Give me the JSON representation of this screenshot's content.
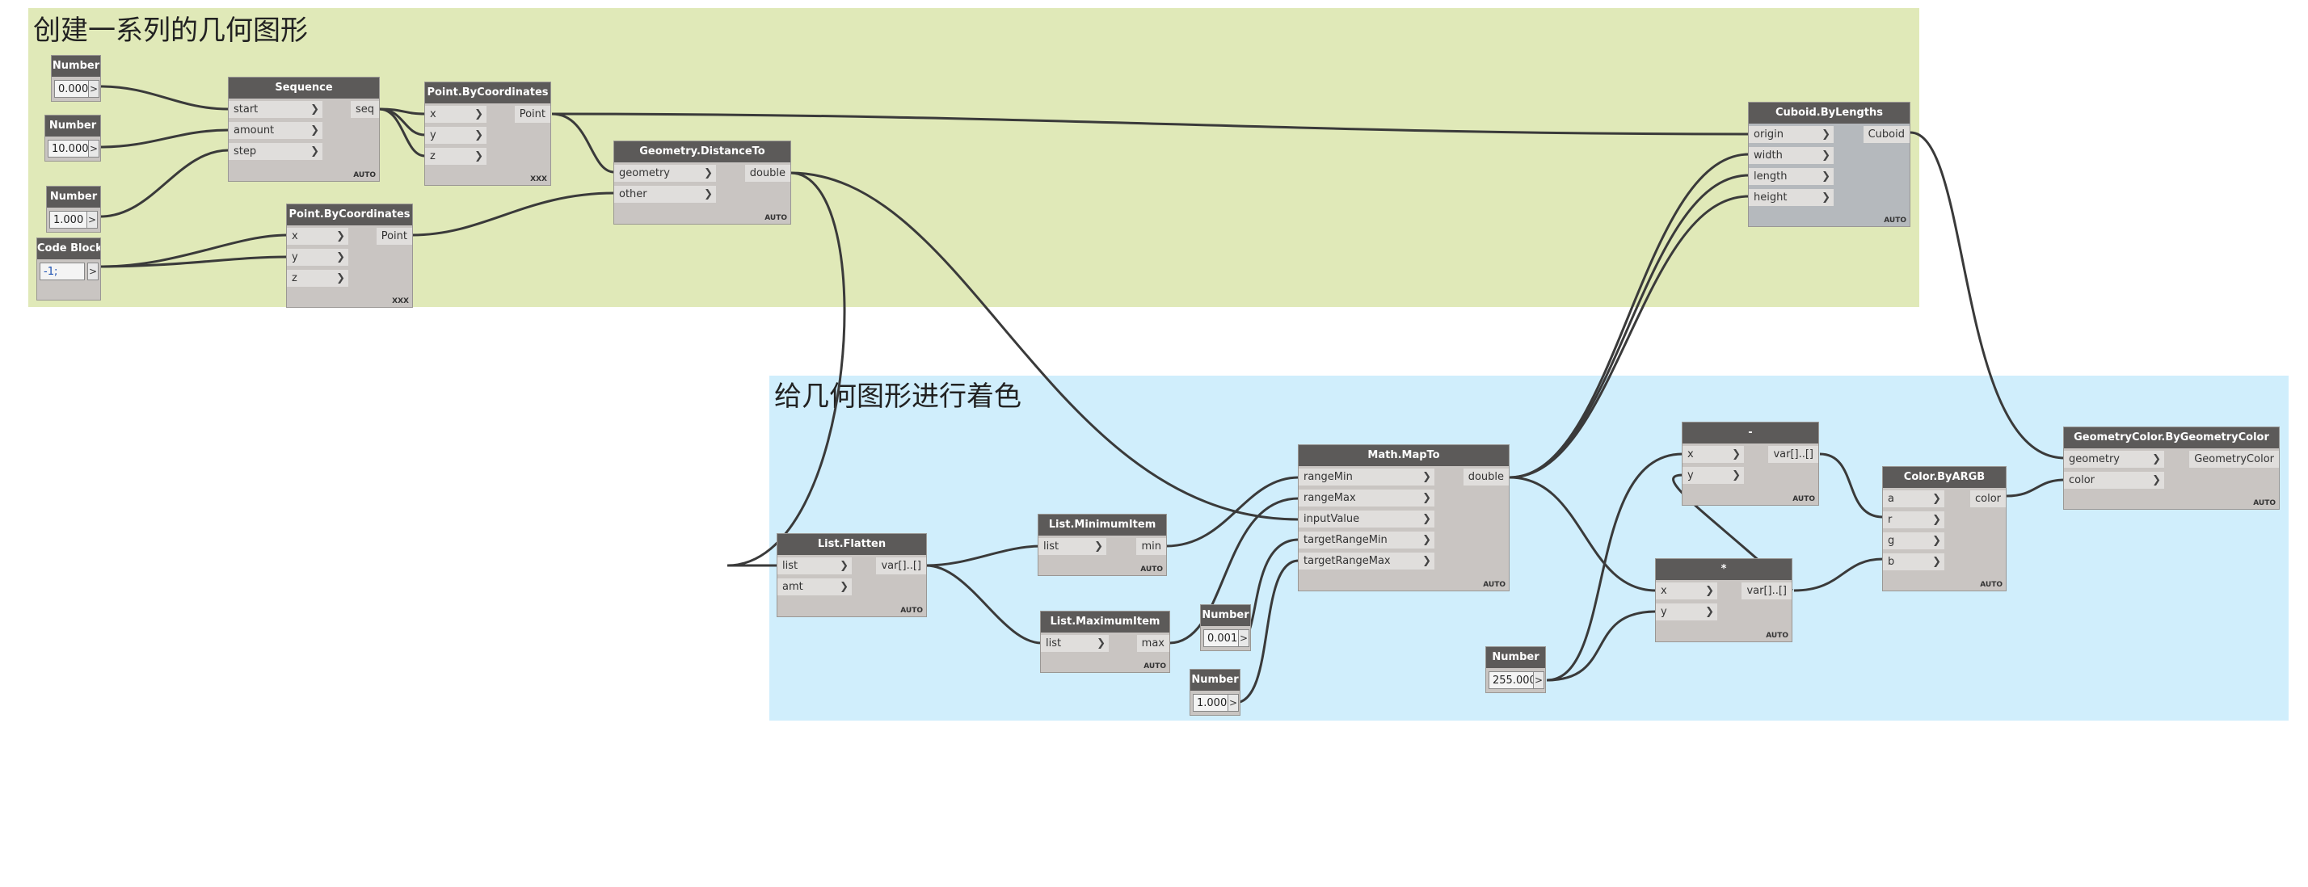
{
  "groups": {
    "geometry": {
      "title": "创建一系列的几何图形",
      "color": "#e0e9b8"
    },
    "color": {
      "title": "给几何图形进行着色",
      "color": "#d0eefc"
    }
  },
  "number_node": {
    "title": "Number",
    "button": ">"
  },
  "number_values": [
    "0.000",
    "10.000",
    "1.000",
    "0.001",
    "1.000",
    "255.000"
  ],
  "code_block": {
    "title": "Code Block",
    "code": "-1;",
    "button": ">"
  },
  "lacing": {
    "auto": "AUTO",
    "cross": "XXX"
  },
  "nodes": {
    "sequence": {
      "title": "Sequence",
      "inputs": [
        "start",
        "amount",
        "step"
      ],
      "output": "seq"
    },
    "point1": {
      "title": "Point.ByCoordinates",
      "inputs": [
        "x",
        "y",
        "z"
      ],
      "output": "Point"
    },
    "point2": {
      "title": "Point.ByCoordinates",
      "inputs": [
        "x",
        "y",
        "z"
      ],
      "output": "Point"
    },
    "distance": {
      "title": "Geometry.DistanceTo",
      "inputs": [
        "geometry",
        "other"
      ],
      "output": "double"
    },
    "cuboid": {
      "title": "Cuboid.ByLengths",
      "inputs": [
        "origin",
        "width",
        "length",
        "height"
      ],
      "output": "Cuboid"
    },
    "flatten": {
      "title": "List.Flatten",
      "inputs": [
        "list",
        "amt"
      ],
      "output": "var[]..[]"
    },
    "minitem": {
      "title": "List.MinimumItem",
      "inputs": [
        "list"
      ],
      "output": "min"
    },
    "maxitem": {
      "title": "List.MaximumItem",
      "inputs": [
        "list"
      ],
      "output": "max"
    },
    "mapto": {
      "title": "Math.MapTo",
      "inputs": [
        "rangeMin",
        "rangeMax",
        "inputValue",
        "targetRangeMin",
        "targetRangeMax"
      ],
      "output": "double"
    },
    "minus": {
      "title": "-",
      "inputs": [
        "x",
        "y"
      ],
      "output": "var[]..[]"
    },
    "times": {
      "title": "*",
      "inputs": [
        "x",
        "y"
      ],
      "output": "var[]..[]"
    },
    "argb": {
      "title": "Color.ByARGB",
      "inputs": [
        "a",
        "r",
        "g",
        "b"
      ],
      "output": "color"
    },
    "geocolor": {
      "title": "GeometryColor.ByGeometryColor",
      "inputs": [
        "geometry",
        "color"
      ],
      "output": "GeometryColor"
    }
  },
  "colors": {
    "wire": "#3a3a3a",
    "node_header": "#5c5a59",
    "node_body": "#c9c5c2",
    "selected_body": "#b5b9bd"
  }
}
